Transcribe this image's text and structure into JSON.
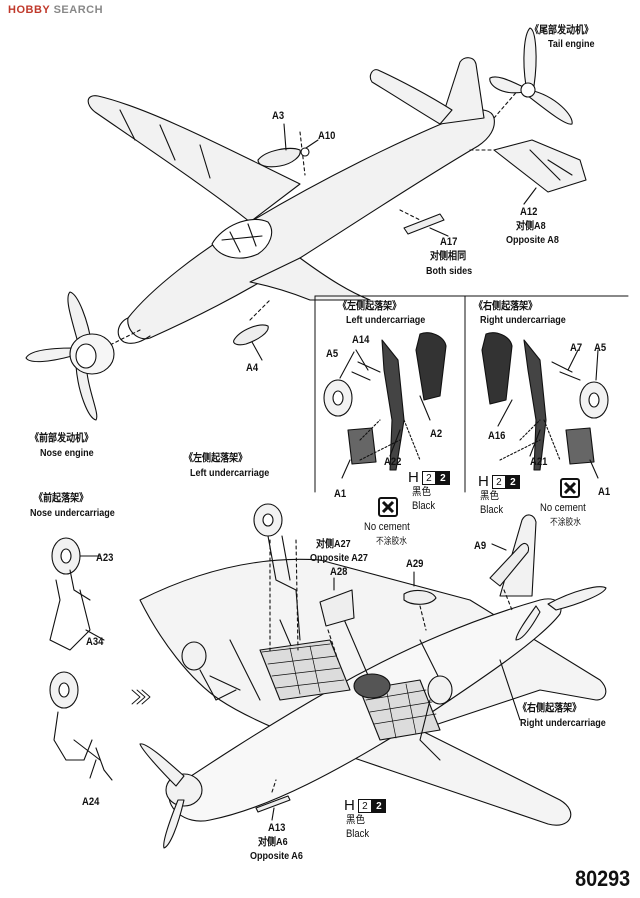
{
  "watermark": {
    "brand": "HOBBY",
    "brand_rest": "SEARCH"
  },
  "product_code": "80293",
  "tail_engine": {
    "cn": "《尾部发动机》",
    "en": "Tail engine"
  },
  "nose_engine": {
    "cn": "《前部发动机》",
    "en": "Nose engine"
  },
  "left_uc_top": {
    "cn": "《左侧起落架》",
    "en": "Left undercarriage"
  },
  "right_uc_top": {
    "cn": "《右侧起落架》",
    "en": "Right undercarriage"
  },
  "left_uc_mid": {
    "cn": "《左侧起落架》",
    "en": "Left undercarriage"
  },
  "nose_uc": {
    "cn": "《前起落架》",
    "en": "Nose undercarriage"
  },
  "right_uc_bottom": {
    "cn": "《右侧起落架》",
    "en": "Right undercarriage"
  },
  "parts": {
    "a3": "A3",
    "a10": "A10",
    "a4": "A4",
    "a12": "A12",
    "a12_opp_cn": "对侧A8",
    "a12_opp_en": "Opposite A8",
    "a17": "A17",
    "a17_cn": "对侧相同",
    "a17_en": "Both sides",
    "a5_l": "A5",
    "a14": "A14",
    "a2": "A2",
    "a22": "A22",
    "a1_l": "A1",
    "a7": "A7",
    "a5_r": "A5",
    "a16": "A16",
    "a21": "A21",
    "a1_r": "A1",
    "a9": "A9",
    "a27_cn": "对侧A27",
    "a27_en": "Opposite A27",
    "a28": "A28",
    "a29": "A29",
    "a23": "A23",
    "a34": "A34",
    "a24": "A24",
    "a13": "A13",
    "a13_cn": "对侧A6",
    "a13_en": "Opposite A6"
  },
  "paint_left": {
    "h": "H",
    "n1": "2",
    "n2": "2",
    "cn": "黑色",
    "en": "Black"
  },
  "paint_right": {
    "h": "H",
    "n1": "2",
    "n2": "2",
    "cn": "黑色",
    "en": "Black"
  },
  "paint_bottom": {
    "h": "H",
    "n1": "2",
    "n2": "2",
    "cn": "黑色",
    "en": "Black"
  },
  "no_cement_left": {
    "en": "No cement",
    "cn": "不涂胶水"
  },
  "no_cement_right": {
    "en": "No cement",
    "cn": "不涂胶水"
  },
  "icons": [
    "no-cement-icon",
    "propeller-icon",
    "wheel-icon"
  ]
}
